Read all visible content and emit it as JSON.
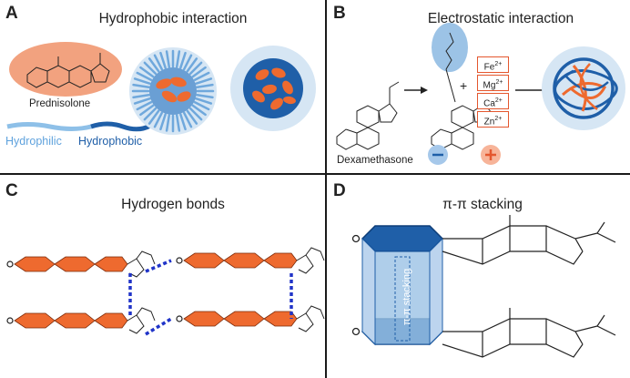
{
  "panels": {
    "A": {
      "letter": "A",
      "title": "Hydrophobic interaction",
      "molecule": "Prednisolone",
      "legend_hydrophilic": "Hydrophilic",
      "legend_hydrophobic": "Hydrophobic"
    },
    "B": {
      "letter": "B",
      "title": "Electrostatic interaction",
      "molecule": "Dexamethasone",
      "ions": [
        "Fe",
        "Mg",
        "Ca",
        "Zn"
      ],
      "ion_charge": "2+",
      "minus": "−",
      "plus": "+"
    },
    "C": {
      "letter": "C",
      "title": "Hydrogen bonds"
    },
    "D": {
      "letter": "D",
      "title": "π-π stacking",
      "stack_label": "π-π stacking"
    }
  },
  "colors": {
    "orange": "#ee6a2f",
    "light_orange": "#f3a07d",
    "light_blue": "#9cc3e6",
    "pale_blue": "#d6e6f4",
    "dark_blue": "#1f5fa8",
    "hbond_blue": "#2034c8"
  },
  "icons": [
    "reaction-arrow-icon",
    "micelle-icon",
    "nanoparticle-icon",
    "plus-icon",
    "minus-icon"
  ]
}
